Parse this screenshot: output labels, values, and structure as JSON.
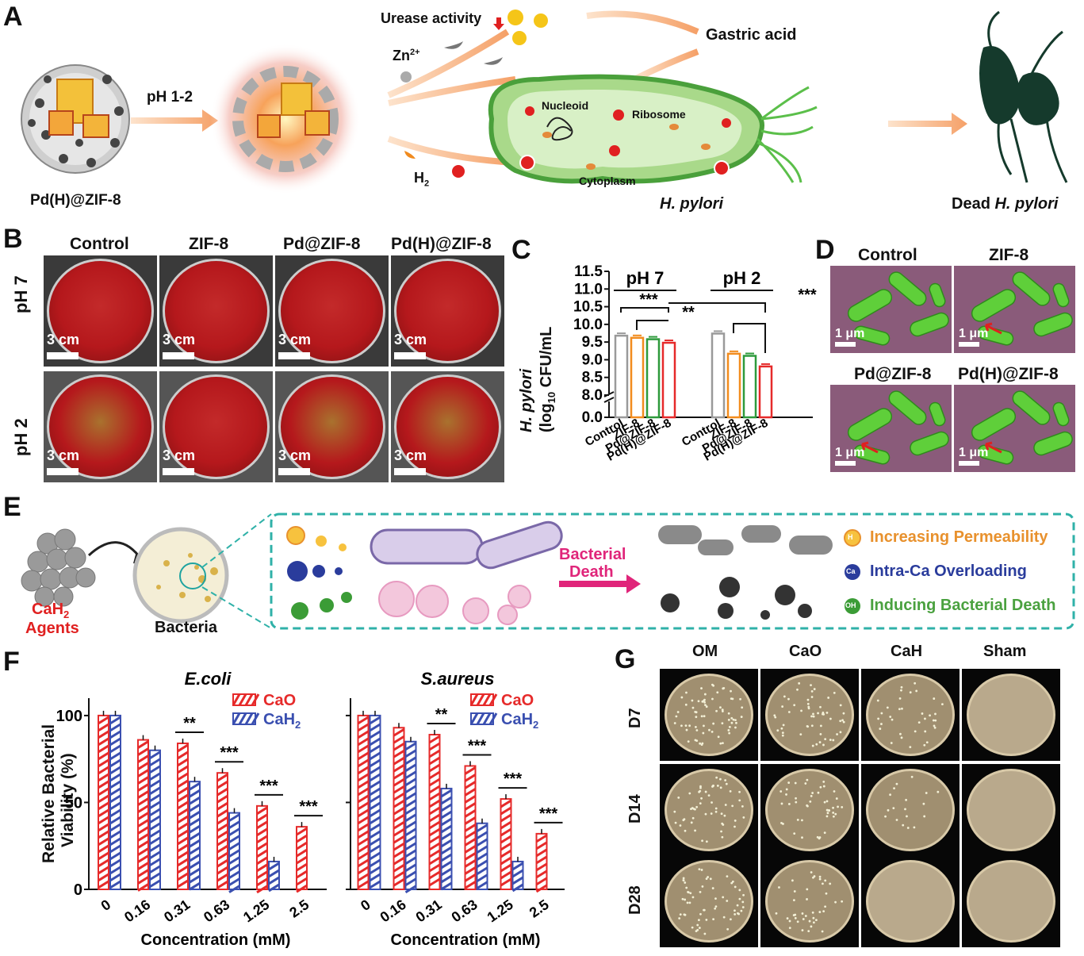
{
  "panels": {
    "A": {
      "label": "A",
      "particle_label": "Pd(H)@ZIF-8",
      "ph_label": "pH 1-2",
      "urease": "Urease activity",
      "zn": "Zn",
      "zn_sup": "2+",
      "h2": "H",
      "h2_sub": "2",
      "gastric": "Gastric acid",
      "nucleoid": "Nucleoid",
      "ribosome": "Ribosome",
      "cytoplasm": "Cytoplasm",
      "hpylori": "H. pylori",
      "dead": "Dead",
      "dead_italic": "H. pylori"
    },
    "B": {
      "label": "B",
      "columns": [
        "Control",
        "ZIF-8",
        "Pd@ZIF-8",
        "Pd(H)@ZIF-8"
      ],
      "rows": [
        "pH 7",
        "pH 2"
      ],
      "scale": "3 cm"
    },
    "D": {
      "label": "D",
      "titles": [
        "Control",
        "ZIF-8",
        "Pd@ZIF-8",
        "Pd(H)@ZIF-8"
      ],
      "scale": "1 μm"
    },
    "E": {
      "label": "E",
      "agent": "CaH",
      "agent_sub": "2",
      "agent2": "Agents",
      "bacteria": "Bacteria",
      "death1": "Bacterial",
      "death2": "Death",
      "legend": [
        {
          "badge": "H",
          "text": "Increasing Permeability",
          "color": "#e8912d"
        },
        {
          "badge": "Ca",
          "text": "Intra-Ca Overloading",
          "color": "#2a3c9c"
        },
        {
          "badge": "OH",
          "text": "Inducing Bacterial Death",
          "color": "#4aa13f"
        }
      ]
    },
    "G": {
      "label": "G",
      "columns": [
        "OM",
        "CaO",
        "CaH",
        "Sham"
      ],
      "rows": [
        "D7",
        "D14",
        "D28"
      ]
    }
  },
  "chart_data": [
    {
      "id": "C",
      "type": "bar",
      "label": "C",
      "ylabel_italic": "H. pylori",
      "ylabel_unit": "(log",
      "ylabel_sub": "10",
      "ylabel_end": " CFU/mL",
      "groups": [
        "pH 7",
        "pH 2"
      ],
      "categories": [
        "Control",
        "ZIF-8",
        "Pd@ZIF-8",
        "Pd(H)@ZIF-8"
      ],
      "colors": [
        "#9a9a9a",
        "#f28c1e",
        "#2e9a3c",
        "#e62a2a"
      ],
      "values_ph7": [
        9.68,
        9.62,
        9.58,
        9.48
      ],
      "values_ph2": [
        9.74,
        9.17,
        9.11,
        8.81
      ],
      "yticks": [
        "0.0",
        "8.0",
        "8.5",
        "9.0",
        "9.5",
        "10.0",
        "10.5",
        "11.0",
        "11.5"
      ],
      "ylim": [
        8.0,
        11.5
      ],
      "axis_break": true,
      "sig": [
        "***",
        "**",
        "***",
        "***"
      ]
    },
    {
      "id": "F1",
      "type": "bar",
      "label": "F",
      "title": "E.coli",
      "ylabel1": "Relative Bacterial",
      "ylabel2": "Viability (%)",
      "xlabel": "Concentration (mM)",
      "categories": [
        "0",
        "0.16",
        "0.31",
        "0.63",
        "1.25",
        "2.5"
      ],
      "series": [
        {
          "name": "CaO",
          "values": [
            100,
            86,
            84,
            67,
            48,
            36
          ],
          "color": "#e62a2a"
        },
        {
          "name": "CaH",
          "sub": "2",
          "values": [
            100,
            80,
            62,
            44,
            16,
            null
          ],
          "color": "#3a4fb0"
        }
      ],
      "ylim": [
        0,
        110
      ],
      "yticks": [
        "0",
        "50",
        "100"
      ],
      "sig": [
        "**",
        "***",
        "***",
        "***"
      ]
    },
    {
      "id": "F2",
      "type": "bar",
      "title": "S.aureus",
      "xlabel": "Concentration (mM)",
      "categories": [
        "0",
        "0.16",
        "0.31",
        "0.63",
        "1.25",
        "2.5"
      ],
      "series": [
        {
          "name": "CaO",
          "values": [
            100,
            93,
            89,
            71,
            52,
            32
          ],
          "color": "#e62a2a"
        },
        {
          "name": "CaH",
          "sub": "2",
          "values": [
            100,
            85,
            58,
            38,
            16,
            null
          ],
          "color": "#3a4fb0"
        }
      ],
      "ylim": [
        0,
        110
      ],
      "yticks": [
        "0",
        "50",
        "100"
      ],
      "sig": [
        "**",
        "***",
        "***",
        "***"
      ]
    }
  ]
}
